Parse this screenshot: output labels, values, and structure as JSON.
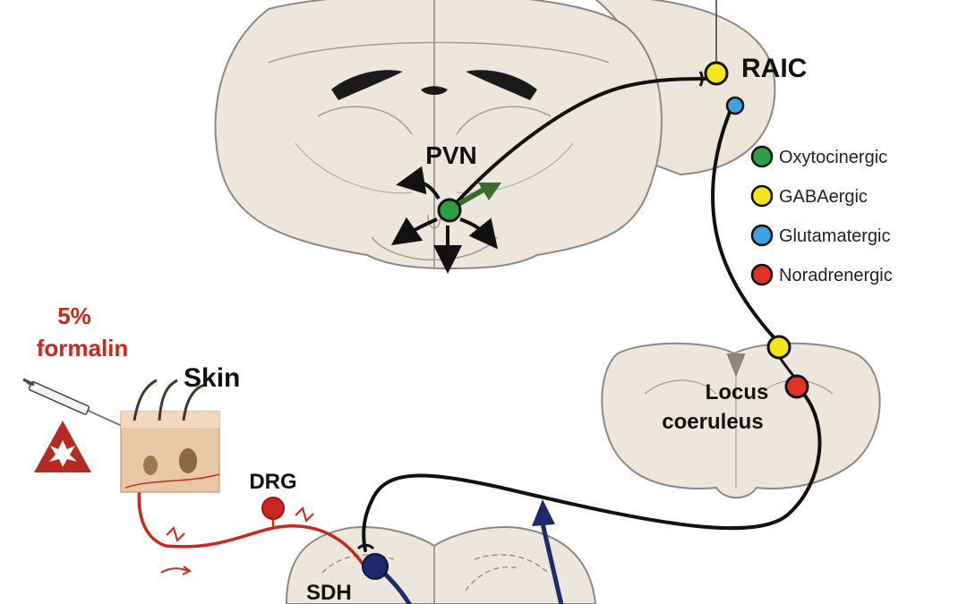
{
  "colors": {
    "oxytocinergic": "#2e9e45",
    "gabaergic": "#f4e41c",
    "glutamatergic": "#3aa2df",
    "noradrenergic": "#e23222",
    "sensory": "#c8281e",
    "sdh_neuron": "#1d2a6b",
    "pathway": "#111111",
    "tissue": "#ede6dc",
    "tissue_outline": "#9a948c"
  },
  "labels": {
    "pvn": "PVN",
    "raic": "RAIC",
    "locus_line1": "Locus",
    "locus_line2": "coeruleus",
    "formalin_line1": "5%",
    "formalin_line2": "formalin",
    "skin": "Skin",
    "drg": "DRG",
    "sdh": "SDH"
  },
  "legend": [
    {
      "label": "Oxytocinergic",
      "color_key": "oxytocinergic"
    },
    {
      "label": "GABAergic",
      "color_key": "gabaergic"
    },
    {
      "label": "Glutamatergic",
      "color_key": "glutamatergic"
    },
    {
      "label": "Noradrenergic",
      "color_key": "noradrenergic"
    }
  ],
  "icons": {
    "syringe": "syringe-icon",
    "warning": "pain-warning-icon",
    "skin_block": "skin-tissue-icon",
    "action_potential": "action-potential-icon"
  }
}
